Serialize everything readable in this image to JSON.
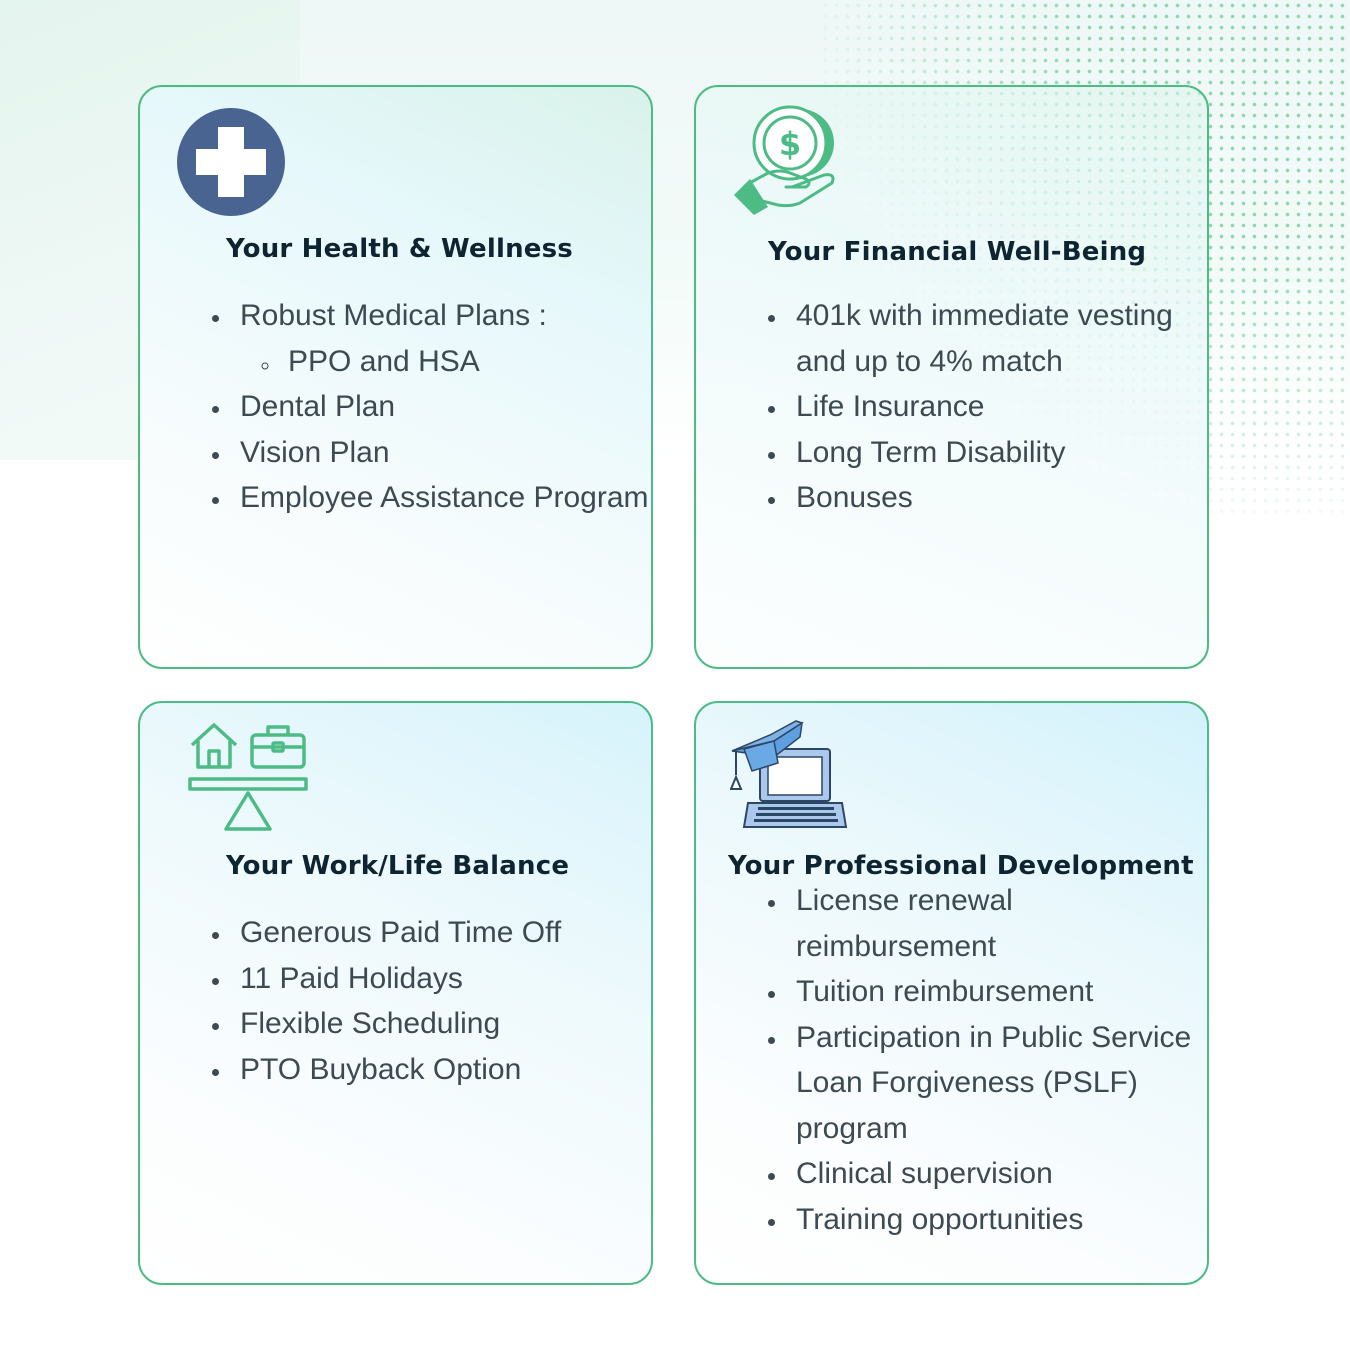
{
  "colors": {
    "accent_green": "#4dbb85",
    "navy_icon": "#4a6491",
    "title_text": "#0e2430",
    "body_text": "#3d4a52"
  },
  "cards": [
    {
      "icon": "medical-cross-icon",
      "title": "Your Health & Wellness",
      "items": [
        {
          "label": "Robust Medical Plans :",
          "sub": [
            "PPO and HSA"
          ]
        },
        {
          "label": "Dental Plan"
        },
        {
          "label": "Vision Plan"
        },
        {
          "label": "Employee Assistance Program"
        }
      ]
    },
    {
      "icon": "hand-holding-dollar-icon",
      "title": "Your Financial Well-Being",
      "items": [
        {
          "label": "401k with immediate vesting and up to 4% match"
        },
        {
          "label": "Life Insurance"
        },
        {
          "label": "Long Term Disability"
        },
        {
          "label": "Bonuses"
        }
      ]
    },
    {
      "icon": "work-life-balance-scale-icon",
      "title": "Your Work/Life Balance",
      "items": [
        {
          "label": "Generous Paid Time Off"
        },
        {
          "label": "11 Paid Holidays"
        },
        {
          "label": "Flexible Scheduling"
        },
        {
          "label": "PTO Buyback Option"
        }
      ]
    },
    {
      "icon": "graduation-cap-laptop-icon",
      "title": "Your Professional Development",
      "items": [
        {
          "label": "License renewal reimbursement"
        },
        {
          "label": "Tuition reimbursement"
        },
        {
          "label": "Participation in Public Service Loan Forgiveness (PSLF) program"
        },
        {
          "label": "Clinical supervision"
        },
        {
          "label": "Training opportunities"
        }
      ]
    }
  ]
}
